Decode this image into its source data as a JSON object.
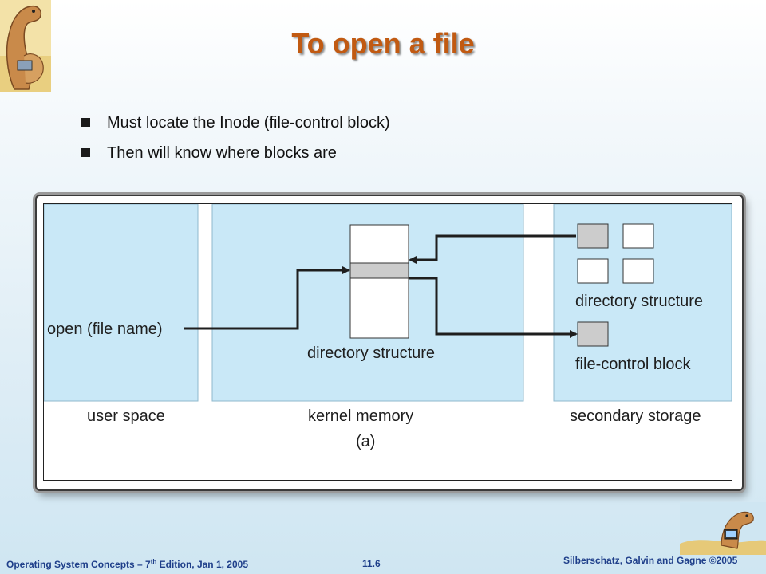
{
  "slide": {
    "title": "To open a file",
    "bullets": [
      "Must locate the Inode (file-control block)",
      "Then will know where blocks are"
    ]
  },
  "diagram": {
    "call_label": "open (file name)",
    "kernel_label": "directory structure",
    "storage_dir_label": "directory structure",
    "fcb_label": "file-control block",
    "region_labels": [
      "user space",
      "kernel memory",
      "secondary storage"
    ],
    "caption": "(a)"
  },
  "footer": {
    "left_prefix": "Operating System Concepts – 7",
    "left_sup": "th",
    "left_suffix": " Edition, Jan 1, 2005",
    "page": "11.6",
    "right": "Silberschatz, Galvin and Gagne ©2005"
  },
  "colors": {
    "title": "#c15a12",
    "region_fill": "#c9e8f7",
    "footer_text": "#1f3f8a"
  },
  "icons": [
    "dinosaur-logo-icon",
    "dinosaur-laptop-logo-icon"
  ]
}
